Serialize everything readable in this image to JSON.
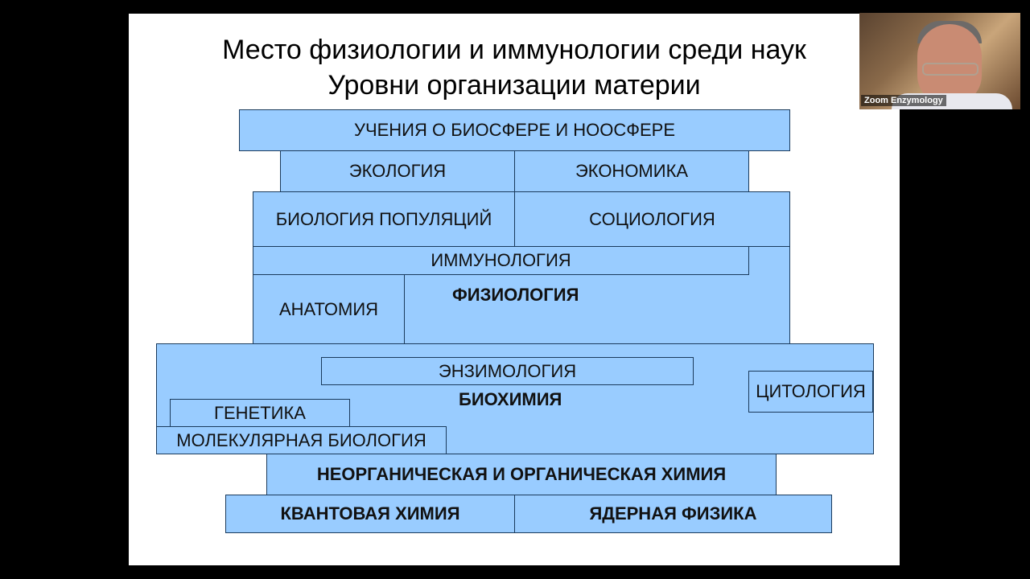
{
  "slide": {
    "title_line1": "Место физиологии и иммунологии среди наук",
    "title_line2": "Уровни организации материи",
    "blocks": {
      "biosphere": "УЧЕНИЯ О БИОСФЕРЕ И НООСФЕРЕ",
      "ecology": "ЭКОЛОГИЯ",
      "economics": "ЭКОНОМИКА",
      "population_biology": "БИОЛОГИЯ ПОПУЛЯЦИЙ",
      "sociology": "СОЦИОЛОГИЯ",
      "immunology": "ИММУНОЛОГИЯ",
      "anatomy": "АНАТОМИЯ",
      "physiology": "ФИЗИОЛОГИЯ",
      "enzymology": "ЭНЗИМОЛОГИЯ",
      "biochemistry": "БИОХИМИЯ",
      "cytology": "ЦИТОЛОГИЯ",
      "genetics": "ГЕНЕТИКА",
      "molecular_biology": "МОЛЕКУЛЯРНАЯ БИОЛОГИЯ",
      "inorganic_organic_chemistry": "НЕОРГАНИЧЕСКАЯ И ОРГАНИЧЕСКАЯ ХИМИЯ",
      "quantum_chemistry": "КВАНТОВАЯ ХИМИЯ",
      "nuclear_physics": "ЯДЕРНАЯ ФИЗИКА"
    },
    "box_color": "#99ccff"
  },
  "video": {
    "participant_name": "Zoom Enzymology"
  }
}
